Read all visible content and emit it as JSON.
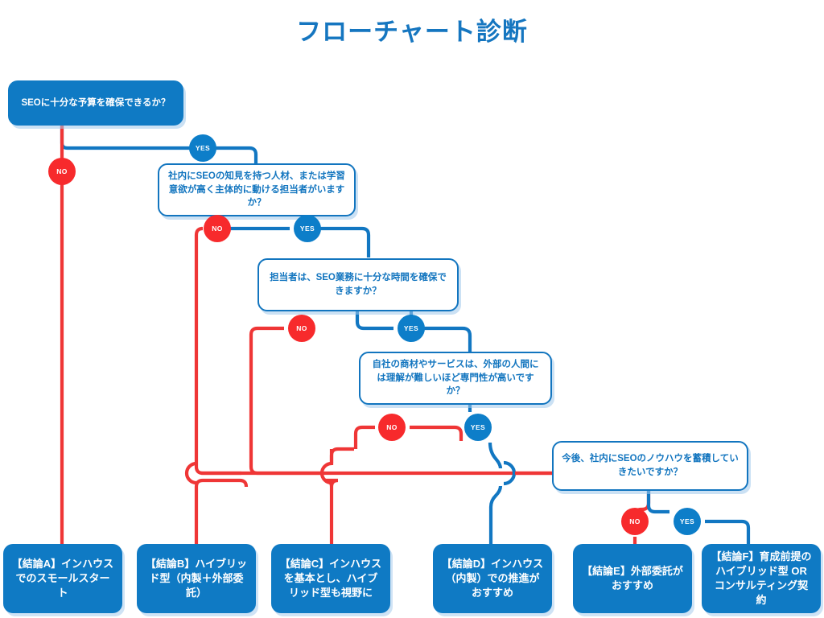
{
  "page": {
    "title": "フローチャート診断",
    "background": "#ffffff",
    "title_color": "#1576c0"
  },
  "colors": {
    "blue": "#0f7ac4",
    "blue_border": "#1275bf",
    "blue_line": "#1277c2",
    "red": "#f72a2c",
    "red_line": "#ef3636",
    "white": "#ffffff",
    "shadow": "#a7cbe9"
  },
  "labels": {
    "yes": "YES",
    "no": "NO"
  },
  "nodes": {
    "q1": {
      "id": "q1",
      "text": "SEOに十分な予算を確保できるか？",
      "style": "start"
    },
    "q2": {
      "id": "q2",
      "text": "社内にSEOの知見を持つ人材、または学習意欲が高く主体的に動ける担当者がいますか？",
      "style": "question"
    },
    "q3": {
      "id": "q3",
      "text": "担当者は、SEO業務に十分な時間を確保できますか？",
      "style": "question"
    },
    "q4": {
      "id": "q4",
      "text": "自社の商材やサービスは、外部の人間には理解が難しいほど専門性が高いですか？",
      "style": "question"
    },
    "q5": {
      "id": "q5",
      "text": "今後、社内にSEOのノウハウを蓄積していきたいですか？",
      "style": "question"
    },
    "rA": {
      "id": "rA",
      "text": "【結論A】インハウスでのスモールスタート",
      "style": "result"
    },
    "rB": {
      "id": "rB",
      "text": "【結論B】ハイブリッド型（内製＋外部委託）",
      "style": "result"
    },
    "rC": {
      "id": "rC",
      "text": "【結論C】インハウスを基本とし、ハイブリッド型も視野に",
      "style": "result"
    },
    "rD": {
      "id": "rD",
      "text": "【結論D】インハウス（内製）での推進がおすすめ",
      "style": "result"
    },
    "rE": {
      "id": "rE",
      "text": "【結論E】外部委託がおすすめ",
      "style": "result"
    },
    "rF": {
      "id": "rF",
      "text": "【結論F】育成前提のハイブリッド型 OR コンサルティング契約",
      "style": "result"
    }
  },
  "edges": [
    {
      "from": "q1",
      "to": "rA",
      "label": "NO",
      "color": "red"
    },
    {
      "from": "q1",
      "to": "q2",
      "label": "YES",
      "color": "blue"
    },
    {
      "from": "q2",
      "to": "rB",
      "label": "NO",
      "color": "red"
    },
    {
      "from": "q2",
      "to": "q3",
      "label": "YES",
      "color": "blue"
    },
    {
      "from": "q3",
      "to": "rC",
      "label": "NO",
      "color": "red"
    },
    {
      "from": "q3",
      "to": "q4",
      "label": "YES",
      "color": "blue"
    },
    {
      "from": "q4",
      "to": "q5",
      "label": "NO",
      "color": "red"
    },
    {
      "from": "q4",
      "to": "rD",
      "label": "YES",
      "color": "blue"
    },
    {
      "from": "q5",
      "to": "rE",
      "label": "NO",
      "color": "red"
    },
    {
      "from": "q5",
      "to": "rF",
      "label": "YES",
      "color": "blue"
    }
  ]
}
